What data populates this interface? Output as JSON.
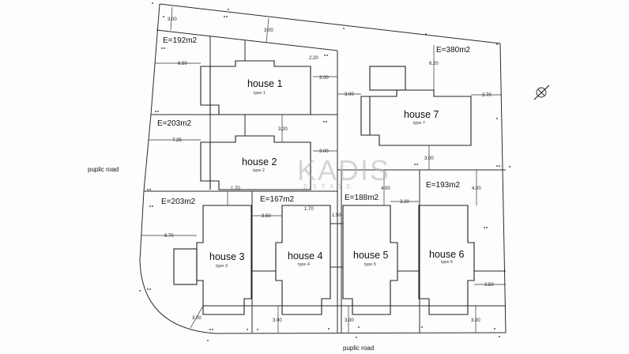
{
  "plots": [
    {
      "area": "E=192m2",
      "house": "house 1",
      "type": "type 1"
    },
    {
      "area": "E=203m2",
      "house": "house 2",
      "type": "type 2"
    },
    {
      "area": "E=203m2",
      "house": "house 3",
      "type": "type 3"
    },
    {
      "area": "E=167m2",
      "house": "house 4",
      "type": "type 4"
    },
    {
      "area": "E=188m2",
      "house": "house 5",
      "type": "type 5"
    },
    {
      "area": "E=193m2",
      "house": "house 6",
      "type": "type 6"
    },
    {
      "area": "E=380m2",
      "house": "house 7",
      "type": "type 7"
    }
  ],
  "dimensions": [
    "3.00",
    "3.00",
    "6.50",
    "2.20",
    "3.00",
    "3.00",
    "6.20",
    "3.70",
    "3.00",
    "3.20",
    "7.25",
    "3.00",
    "1.70",
    "1.70",
    "3.50",
    "1.50",
    "4.00",
    "3.20",
    "4.00",
    "6.70",
    "3.50",
    "3.00",
    "3.00",
    "3.00",
    "3.00"
  ],
  "roads": {
    "left": "puplic road",
    "bottom": "puplic road"
  },
  "watermark": {
    "brand": "KADIS",
    "sub": "ESTATE"
  },
  "compass": "north-arrow-icon"
}
